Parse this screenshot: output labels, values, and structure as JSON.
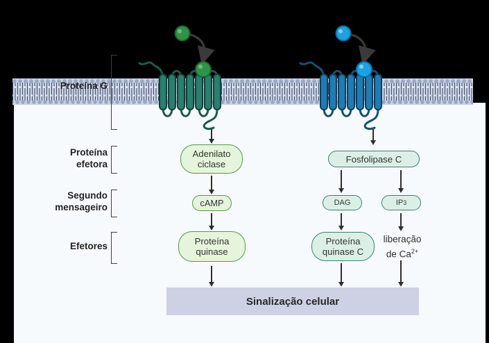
{
  "colors": {
    "canvas_bg": "#000000",
    "cell_bg": "#f7fafc",
    "membrane_base": "#ccd4e6",
    "membrane_head": "#9aa8c4",
    "membrane_tail": "#3c4a66",
    "green_fill": "#e6f4db",
    "green_border": "#54994e",
    "mint_fill": "#dcefe7",
    "mint_border": "#37836e",
    "bar_bg": "#cdd1e3",
    "receptor_left_fill": "#2a7f6f",
    "receptor_left_dark": "#133f38",
    "receptor_right_fill": "#1f7cb5",
    "receptor_right_dark": "#123e59",
    "ligand_left_fill": "#2f9447",
    "ligand_left_border": "#1d6233",
    "ligand_right_fill": "#1aa3e3",
    "ligand_right_border": "#0e6da3",
    "arrow": "#2d2d2d",
    "text": "#2b2b2b"
  },
  "row_labels": {
    "protein_g": "Proteína G",
    "effector_protein": [
      "Proteína",
      "efetora"
    ],
    "second_messenger": [
      "Segundo",
      "mensageiro"
    ],
    "effectors": "Efetores"
  },
  "camp_pathway": {
    "effector_line1": "Adenilato",
    "effector_line2": "ciclase",
    "second_messenger": "cAMP",
    "kinase_line1": "Proteína",
    "kinase_line2": "quinase"
  },
  "plc_pathway": {
    "effector": "Fosfolipase C",
    "dag": "DAG",
    "ip3_base": "IP",
    "ip3_sub": "3",
    "kinase_line1": "Proteína",
    "kinase_line2": "quinase C",
    "calcium_line1": "liberação",
    "calcium_line2": "de Ca",
    "calcium_sup": "2+"
  },
  "output_bar": {
    "label": "Sinalização celular"
  }
}
